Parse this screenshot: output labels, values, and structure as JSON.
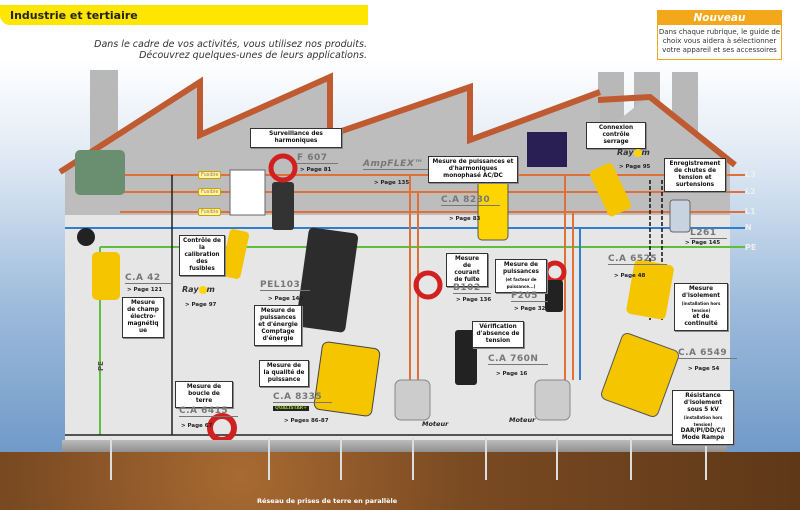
{
  "header": {
    "title": "Industrie et tertiaire",
    "intro_line1": "Dans le cadre de vos activités, vous utilisez nos produits.",
    "intro_line2": "Découvrez quelques-unes de leurs applications."
  },
  "new_box": {
    "title": "Nouveau",
    "text": "Dans chaque rubrique, le guide de choix vous aidera à sélectionner votre appareil et ses accessoires"
  },
  "wires": {
    "l3": "L3",
    "l2": "L2",
    "l1": "L1",
    "n": "N",
    "pe": "PE",
    "pe_vertical": "PE"
  },
  "fuses": [
    "Fusible",
    "Fusible",
    "Fusible"
  ],
  "colors": {
    "phase": "#e0703a",
    "neutral": "#2f7fd0",
    "earth": "#5fbf3a",
    "yellow": "#ffe600",
    "orange": "#f3a81c"
  },
  "items": {
    "f607": {
      "desc": "Surveillance des harmoniques",
      "model": "F 607",
      "page": "> Page 81"
    },
    "ampflex": {
      "model": "AmpFLEX™",
      "page": "> Page 135"
    },
    "ca8230": {
      "desc": "Mesure de puissances et d'harmoniques monophasé AC/DC",
      "model": "C.A 8230",
      "page": "> Page 83"
    },
    "raycam1": {
      "desc": "Connexion contrôle serrage",
      "brand_a": "Ray",
      "brand_b": "m",
      "page": "> Page 95"
    },
    "l261": {
      "desc": "Enregistrement de chutes de tension et surtensions",
      "model": "L261",
      "page": "> Page 145"
    },
    "raycam2": {
      "desc": "Contrôle de la calibration des fusibles",
      "brand_a": "Ray",
      "brand_b": "m",
      "page": "> Page 97"
    },
    "ca42": {
      "desc": "Mesure de champ électro-magnétique",
      "model": "C.A 42",
      "page": "> Page 121"
    },
    "pel103": {
      "desc": "Mesure de puissances et d'énergie Comptage d'énergie",
      "model": "PEL103",
      "page": "> Page 140"
    },
    "b102": {
      "desc": "Mesure de courant de fuite",
      "model": "B102",
      "page": "> Page 136"
    },
    "f205": {
      "desc": "Mesure de puissances",
      "desc_small": "(et facteur de puissance...)",
      "model": "F205",
      "page": "> Page 32"
    },
    "ca6525": {
      "desc": "Mesure d'isolement",
      "desc_small": "(installation hors tension)",
      "desc_end": "et de continuité",
      "model": "C.A 6525",
      "page": "> Page 48"
    },
    "ca760n": {
      "desc": "Vérification d'absence de tension",
      "model": "C.A 760N",
      "page": "> Page 16"
    },
    "ca8335": {
      "desc": "Mesure de la qualité de puissance",
      "model": "C.A 8335",
      "badge": "QUALISTAR+",
      "page": "> Pages 86-87"
    },
    "ca6415": {
      "desc": "Mesure de boucle de terre",
      "model": "C.A 6415",
      "page": "> Page 67"
    },
    "ca6549": {
      "desc": "Résistance d'isolement sous 5 kV",
      "desc_small": "(installation hors tension)",
      "desc_end": "DAR/PI/DD/C/I Mode Rampe",
      "model": "C.A 6549",
      "page": "> Page 54"
    }
  },
  "motors": [
    "Moteur",
    "Moteur"
  ],
  "ground": "Réseau de prises de terre en parallèle"
}
